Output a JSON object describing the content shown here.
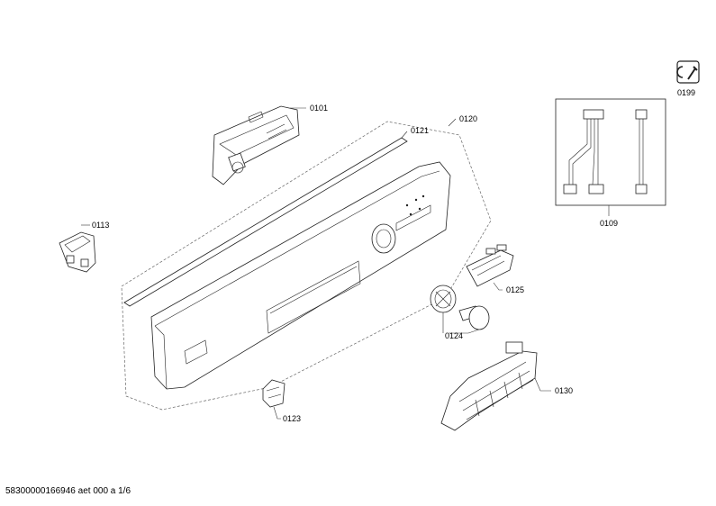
{
  "parts": {
    "p0101": "0101",
    "p0121": "0121",
    "p0120": "0120",
    "p0113": "0113",
    "p0125": "0125",
    "p0124": "0124",
    "p0123": "0123",
    "p0130": "0130",
    "p0109": "0109",
    "p0199": "0199"
  },
  "footer": "58300000166946 aet 000 a 1/6"
}
